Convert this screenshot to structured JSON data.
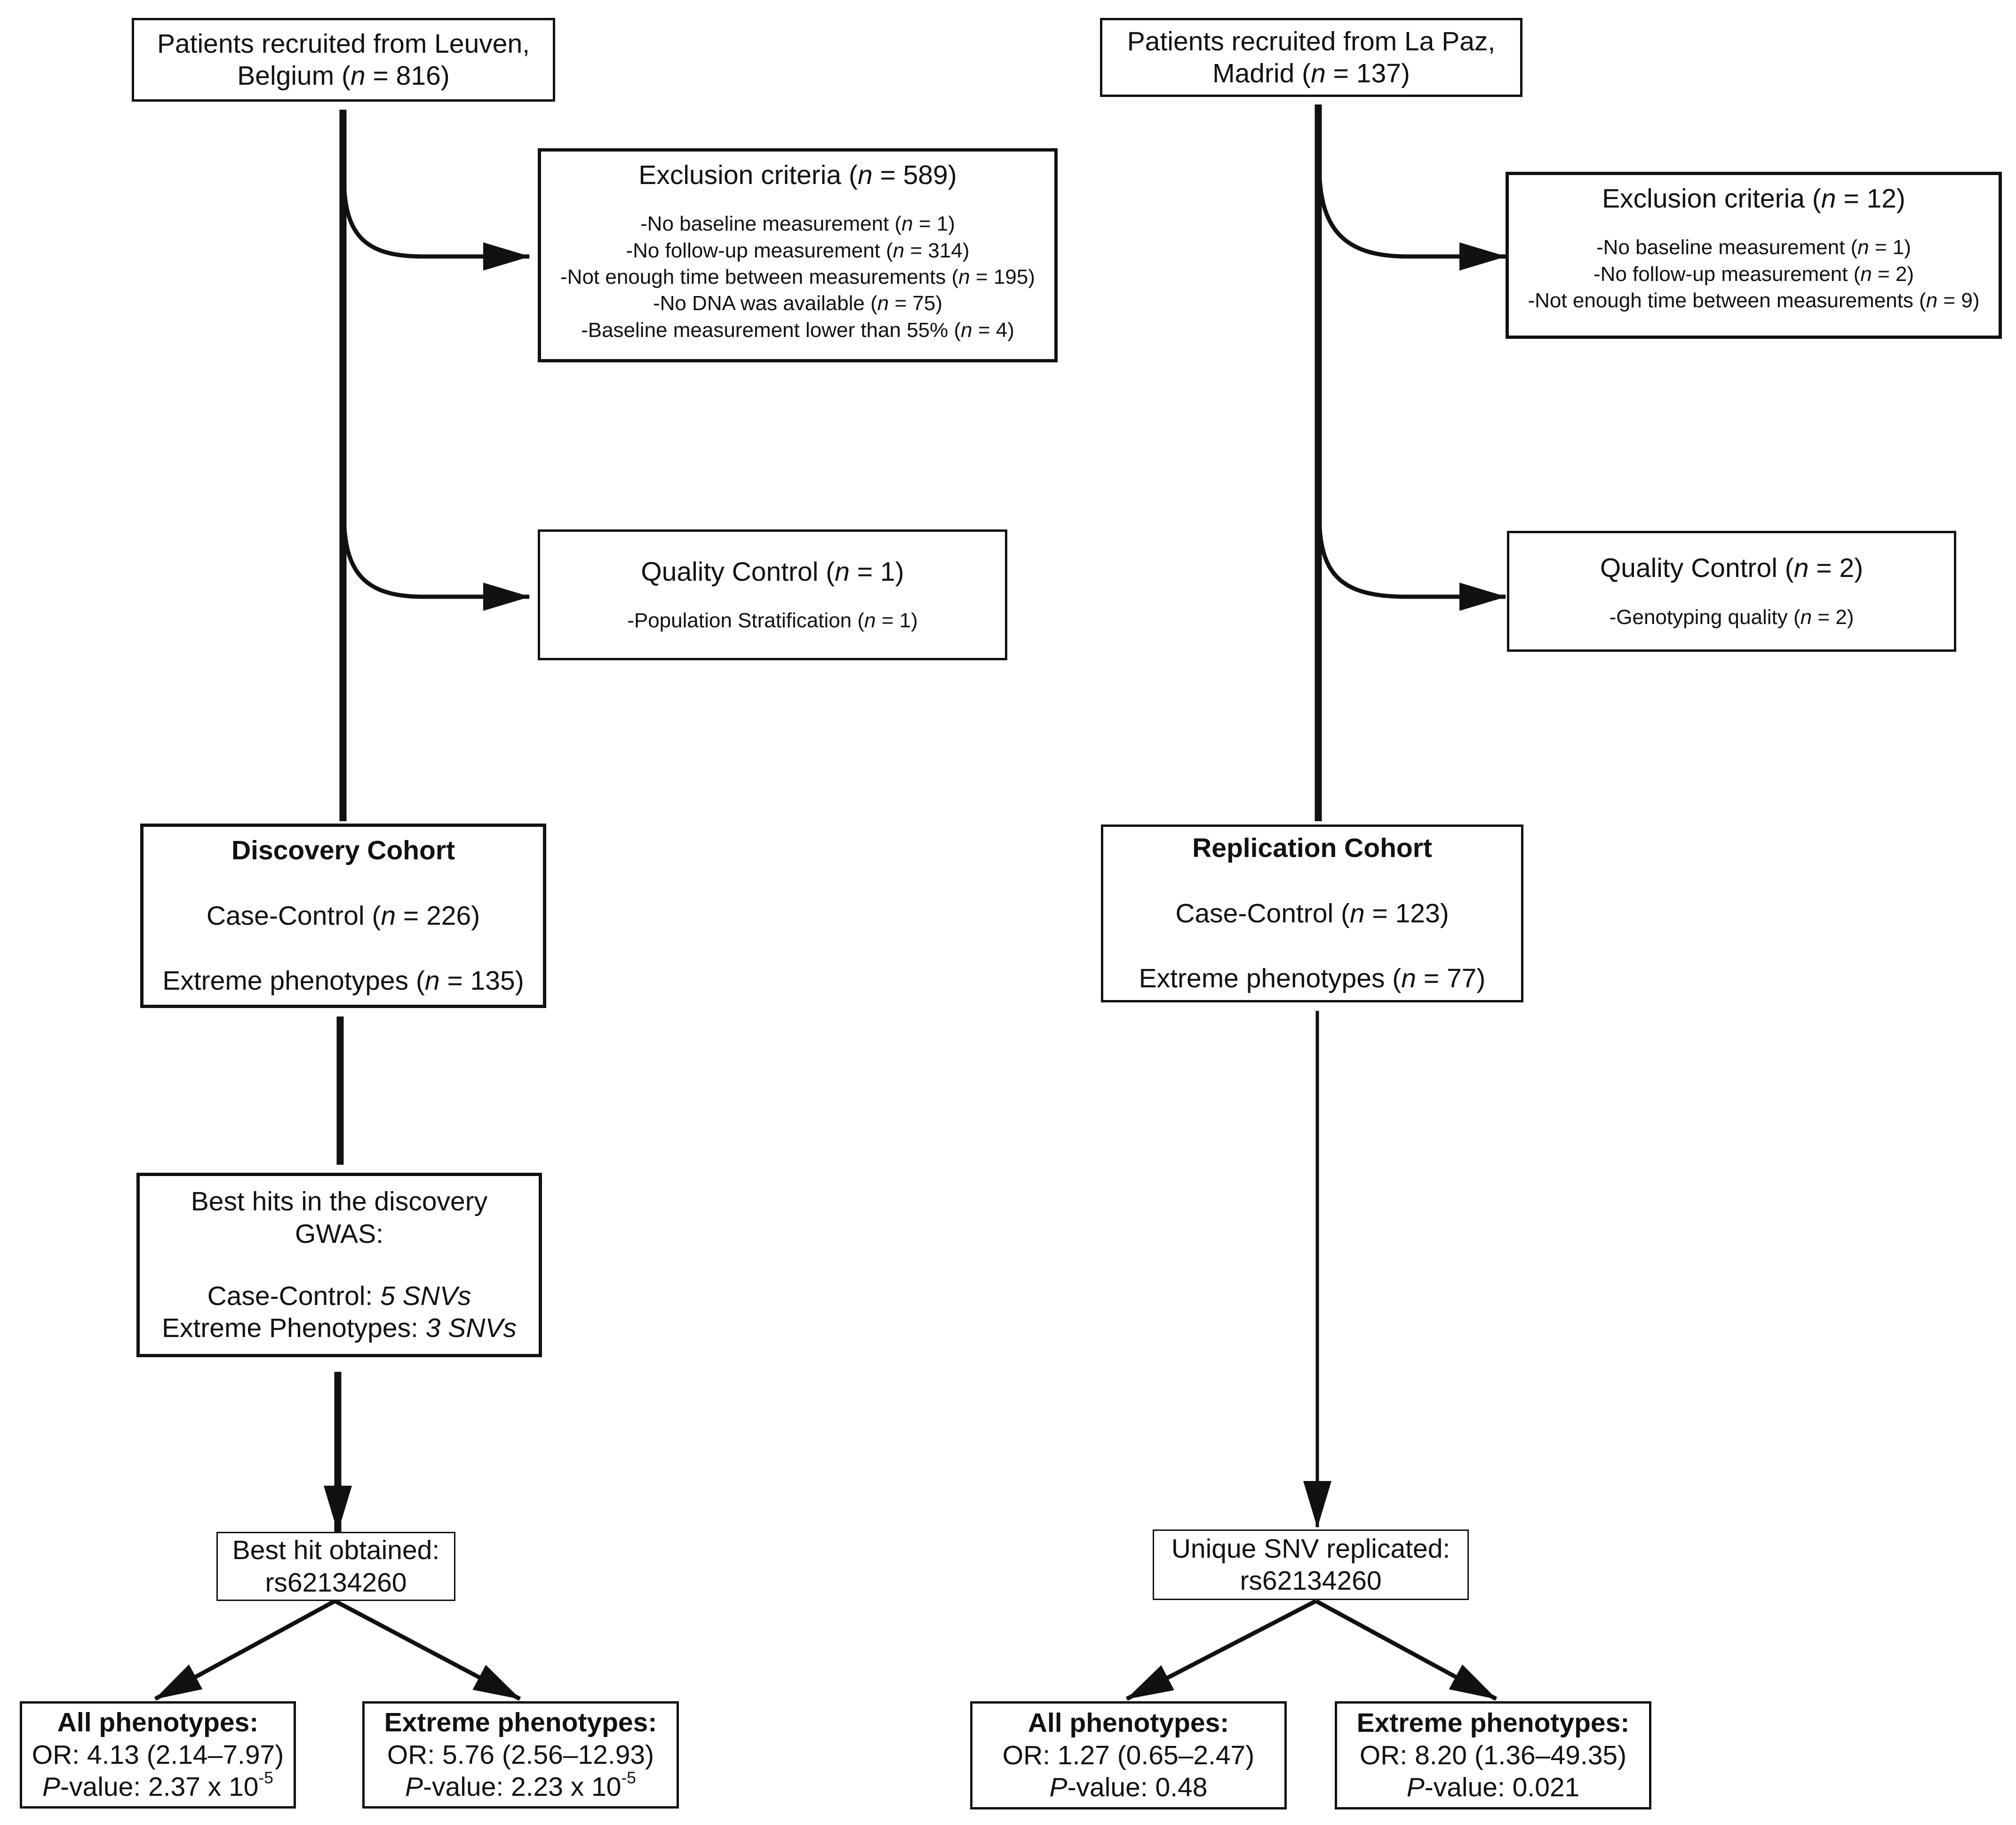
{
  "left": {
    "source": {
      "line1": "Patients recruited from Leuven,",
      "line2_pre": "Belgium (",
      "n_symbol": "n",
      "line2_post": " = 816)"
    },
    "exclusion": {
      "title_pre": "Exclusion criteria (",
      "n_symbol": "n",
      "title_post": " = 589)",
      "items": [
        {
          "pre": "-No baseline measurement (",
          "n": "n",
          "post": " = 1)"
        },
        {
          "pre": "-No follow-up measurement (",
          "n": "n",
          "post": " = 314)"
        },
        {
          "pre": "-Not enough time between measurements (",
          "n": "n",
          "post": " = 195)"
        },
        {
          "pre": "-No DNA was available (",
          "n": "n",
          "post": " = 75)"
        },
        {
          "pre": "-Baseline measurement lower than 55% (",
          "n": "n",
          "post": " = 4)"
        }
      ]
    },
    "quality": {
      "title_pre": "Quality Control (",
      "n_symbol": "n",
      "title_post": " = 1)",
      "items": [
        {
          "pre": "-Population Stratification (",
          "n": "n",
          "post": " = 1)"
        }
      ]
    },
    "cohort": {
      "title": "Discovery Cohort",
      "case_pre": "Case-Control (",
      "case_n": "n",
      "case_post": " = 226)",
      "extreme_pre": "Extreme phenotypes (",
      "extreme_n": "n",
      "extreme_post": " = 135)"
    },
    "best_hits": {
      "line1": "Best hits in the discovery",
      "line2": "GWAS:",
      "case_label": "Case-Control: ",
      "case_value": "5 SNVs",
      "extreme_label": "Extreme Phenotypes: ",
      "extreme_value": "3 SNVs"
    },
    "result": {
      "line1": "Best hit obtained:",
      "line2": "rs62134260"
    },
    "all": {
      "title": "All phenotypes:",
      "or": "OR: 4.13 (2.14–7.97)",
      "p_symbol": "P",
      "p_text": "-value: 2.37 x 10",
      "p_exp": "-5"
    },
    "extreme": {
      "title": "Extreme phenotypes:",
      "or": "OR: 5.76 (2.56–12.93)",
      "p_symbol": "P",
      "p_text": "-value: 2.23 x 10",
      "p_exp": "-5"
    }
  },
  "right": {
    "source": {
      "line1": "Patients recruited from La Paz,",
      "line2_pre": "Madrid (",
      "n_symbol": "n",
      "line2_post": " = 137)"
    },
    "exclusion": {
      "title_pre": "Exclusion criteria (",
      "n_symbol": "n",
      "title_post": " = 12)",
      "items": [
        {
          "pre": "-No baseline measurement (",
          "n": "n",
          "post": " = 1)"
        },
        {
          "pre": "-No follow-up measurement (",
          "n": "n",
          "post": " = 2)"
        },
        {
          "pre": "-Not enough time between measurements (",
          "n": "n",
          "post": " = 9)"
        }
      ]
    },
    "quality": {
      "title_pre": "Quality Control (",
      "n_symbol": "n",
      "title_post": " = 2)",
      "items": [
        {
          "pre": "-Genotyping quality (",
          "n": "n",
          "post": " = 2)"
        }
      ]
    },
    "cohort": {
      "title": "Replication Cohort",
      "case_pre": "Case-Control (",
      "case_n": "n",
      "case_post": " = 123)",
      "extreme_pre": "Extreme phenotypes (",
      "extreme_n": "n",
      "extreme_post": " = 77)"
    },
    "result": {
      "line1": "Unique SNV replicated:",
      "line2": "rs62134260"
    },
    "all": {
      "title": "All phenotypes:",
      "or": "OR: 1.27 (0.65–2.47)",
      "p_symbol": "P",
      "p_text": "-value: 0.48"
    },
    "extreme": {
      "title": "Extreme phenotypes:",
      "or": "OR: 8.20 (1.36–49.35)",
      "p_symbol": "P",
      "p_text": "-value: 0.021"
    }
  }
}
